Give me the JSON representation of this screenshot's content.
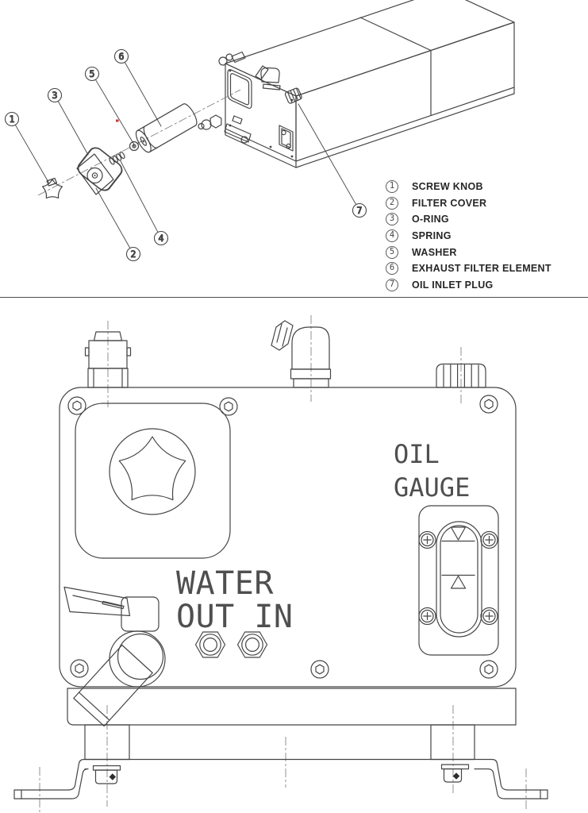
{
  "palette": {
    "background": "#ffffff",
    "line": "#454545",
    "centerline": "#767676",
    "text": "#262626",
    "cad_text": "#4f4f4f",
    "red_mark": "#c23b3b"
  },
  "exploded_view": {
    "callouts": [
      {
        "n": "1"
      },
      {
        "n": "3"
      },
      {
        "n": "5"
      },
      {
        "n": "6"
      },
      {
        "n": "2"
      },
      {
        "n": "4"
      },
      {
        "n": "7"
      }
    ],
    "parts_list": [
      {
        "num": "1",
        "label": "SCREW KNOB"
      },
      {
        "num": "2",
        "label": "FILTER COVER"
      },
      {
        "num": "3",
        "label": "O-RING"
      },
      {
        "num": "4",
        "label": "SPRING"
      },
      {
        "num": "5",
        "label": "WASHER"
      },
      {
        "num": "6",
        "label": "EXHAUST FILTER ELEMENT"
      },
      {
        "num": "7",
        "label": "OIL INLET PLUG"
      }
    ]
  },
  "front_view": {
    "oil_gauge_label": {
      "line1": "OIL",
      "line2": "GAUGE"
    },
    "water_ports_label": {
      "line1": "WATER",
      "line2": "OUT IN"
    }
  }
}
